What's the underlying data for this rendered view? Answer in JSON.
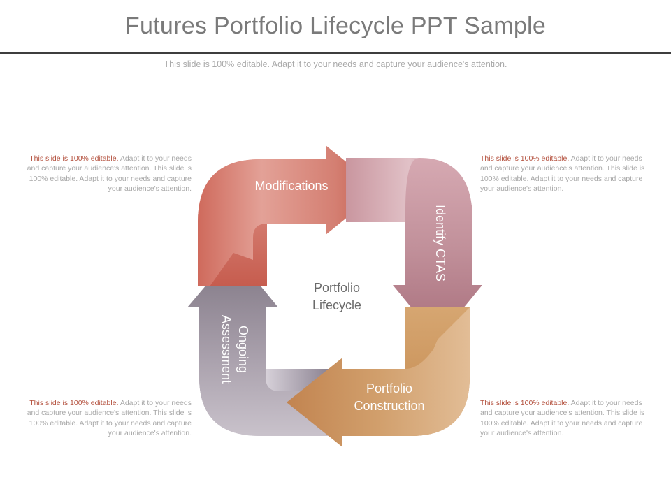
{
  "slide": {
    "title": "Futures Portfolio Lifecycle PPT Sample",
    "subtitle": "This slide is 100% editable. Adapt it to your needs and capture your audience's attention."
  },
  "notes": {
    "top_left": {
      "highlight": "This slide is 100% editable.",
      "rest": " Adapt it to your needs and capture your audience's attention. This slide is 100% editable. Adapt it to your needs and capture your audience's attention."
    },
    "top_right": {
      "highlight": "This slide is 100% editable.",
      "rest": " Adapt it to your needs and capture your audience's attention. This slide is 100% editable. Adapt it to your needs and capture your audience's attention."
    },
    "bottom_left": {
      "highlight": "This slide is 100% editable.",
      "rest": " Adapt it to your needs and capture your audience's attention. This slide is 100% editable. Adapt it to your needs and capture your audience's attention."
    },
    "bottom_right": {
      "highlight": "This slide is 100% editable.",
      "rest": " Adapt it to your needs and capture your audience's attention. This slide is 100% editable. Adapt it to your needs and capture your audience's attention."
    }
  },
  "cycle": {
    "center_line1": "Portfolio",
    "center_line2": "Lifecycle",
    "steps": {
      "modifications": "Modifications",
      "identify": "Identify CTAS",
      "construction_line1": "Portfolio",
      "construction_line2": "Construction",
      "assessment_line1": "Ongoing",
      "assessment_line2": "Assessment"
    }
  },
  "colors": {
    "red": "#c9675a",
    "mauve": "#b3808c",
    "tan": "#c99560",
    "gray": "#8a8290",
    "highlight_text": "#b4513e"
  }
}
